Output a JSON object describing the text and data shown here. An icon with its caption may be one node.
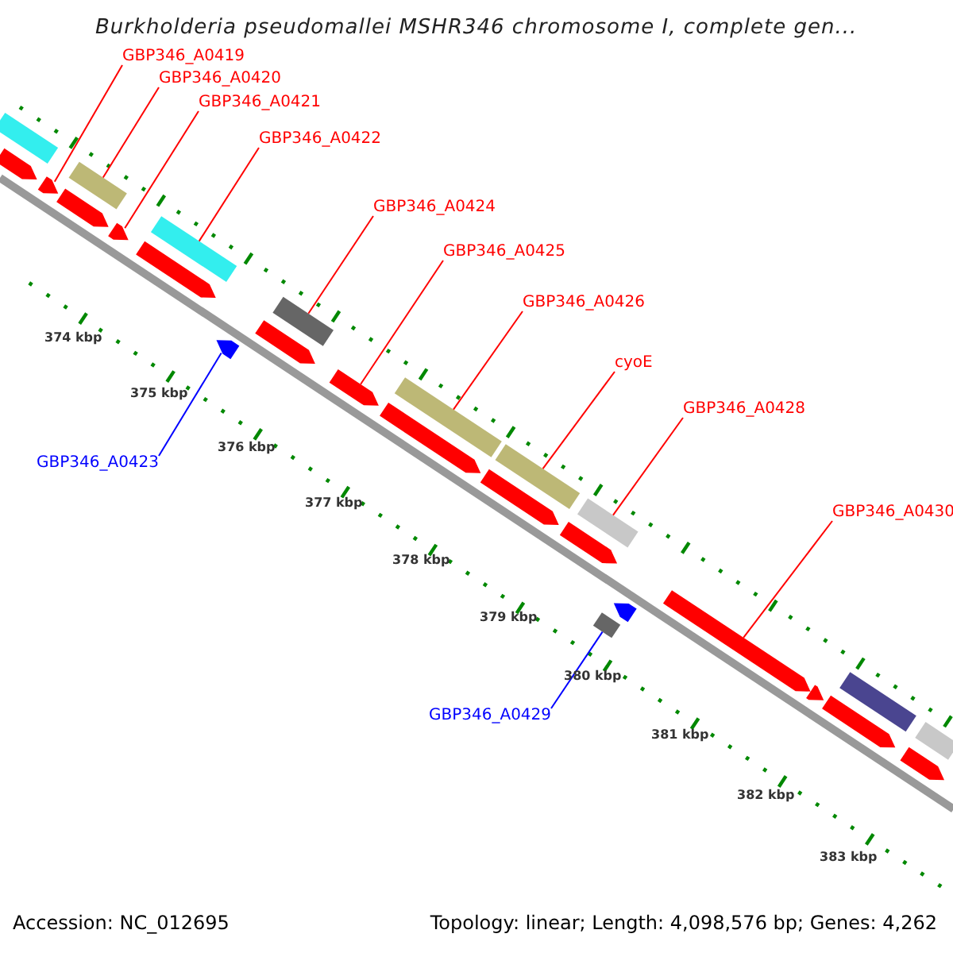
{
  "diagram": {
    "title": "Burkholderia pseudomallei MSHR346 chromosome I, complete gen...",
    "nodes": [
      {
        "text": [
          "GBP346_A0419"
        ]
      },
      {
        "text": [
          "GBP346_A0420"
        ]
      },
      {
        "text": [
          "GBP346_A0421"
        ]
      },
      {
        "text": [
          "GBP346_A0422"
        ]
      },
      {
        "text": [
          "GBP346_A0424"
        ]
      },
      {
        "text": [
          "GBP346_A0425"
        ]
      },
      {
        "text": [
          "GBP346_A0426"
        ]
      },
      {
        "text": [
          "cyoE"
        ]
      },
      {
        "text": [
          "GBP346_A0428"
        ]
      },
      {
        "text": [
          "GBP346_A0423"
        ]
      },
      {
        "text": [
          "GBP346_A0430"
        ]
      },
      {
        "text": [
          "GBP346_A0429"
        ]
      },
      {
        "text": [],
        "shape": "bar"
      },
      {
        "text": [],
        "shape": "arrow"
      },
      {
        "text": [],
        "shape": "arrow"
      },
      {
        "text": [],
        "shape": "bar"
      },
      {
        "text": [],
        "shape": "arrow"
      },
      {
        "text": [],
        "shape": "arrow"
      },
      {
        "text": [],
        "shape": "bar"
      },
      {
        "text": [],
        "shape": "arrow"
      },
      {
        "text": [],
        "shape": "arrow"
      },
      {
        "text": [],
        "shape": "bar"
      },
      {
        "text": [],
        "shape": "arrow"
      },
      {
        "text": [],
        "shape": "arrow"
      },
      {
        "text": [],
        "shape": "bar"
      },
      {
        "text": [],
        "shape": "arrow"
      },
      {
        "text": [],
        "shape": "bar"
      },
      {
        "text": [],
        "shape": "arrow"
      },
      {
        "text": [],
        "shape": "bar"
      },
      {
        "text": [],
        "shape": "arrow"
      },
      {
        "text": [],
        "shape": "bar"
      },
      {
        "text": [],
        "shape": "arrow"
      },
      {
        "text": [],
        "shape": "arrow"
      },
      {
        "text": [],
        "shape": "arrow"
      },
      {
        "text": [],
        "shape": "bar"
      },
      {
        "text": [],
        "shape": "arrow"
      },
      {
        "text": [],
        "shape": "bar"
      },
      {
        "text": [],
        "shape": "arrow"
      }
    ],
    "edges": [
      {
        "from": 0,
        "to": 14,
        "arrow": "none"
      },
      {
        "from": 1,
        "to": 15,
        "arrow": "none"
      },
      {
        "from": 2,
        "to": 17,
        "arrow": "none"
      },
      {
        "from": 3,
        "to": 18,
        "arrow": "none"
      },
      {
        "from": 4,
        "to": 21,
        "arrow": "none"
      },
      {
        "from": 5,
        "to": 23,
        "arrow": "none"
      },
      {
        "from": 6,
        "to": 24,
        "arrow": "none"
      },
      {
        "from": 7,
        "to": 26,
        "arrow": "none"
      },
      {
        "from": 8,
        "to": 28,
        "arrow": "none"
      },
      {
        "from": 9,
        "to": 20,
        "arrow": "none",
        "color": "#0000ff"
      },
      {
        "from": 10,
        "to": 32,
        "arrow": "none"
      },
      {
        "from": 11,
        "to": 30,
        "arrow": "none",
        "color": "#0000ff"
      }
    ],
    "labels": [
      "374 kbp",
      "375 kbp",
      "376 kbp",
      "377 kbp",
      "378 kbp",
      "379 kbp",
      "380 kbp",
      "381 kbp",
      "382 kbp",
      "383 kbp",
      "Accession: NC_012695",
      "Topology: linear; Length: 4,098,576 bp; Genes: 4,262"
    ]
  }
}
